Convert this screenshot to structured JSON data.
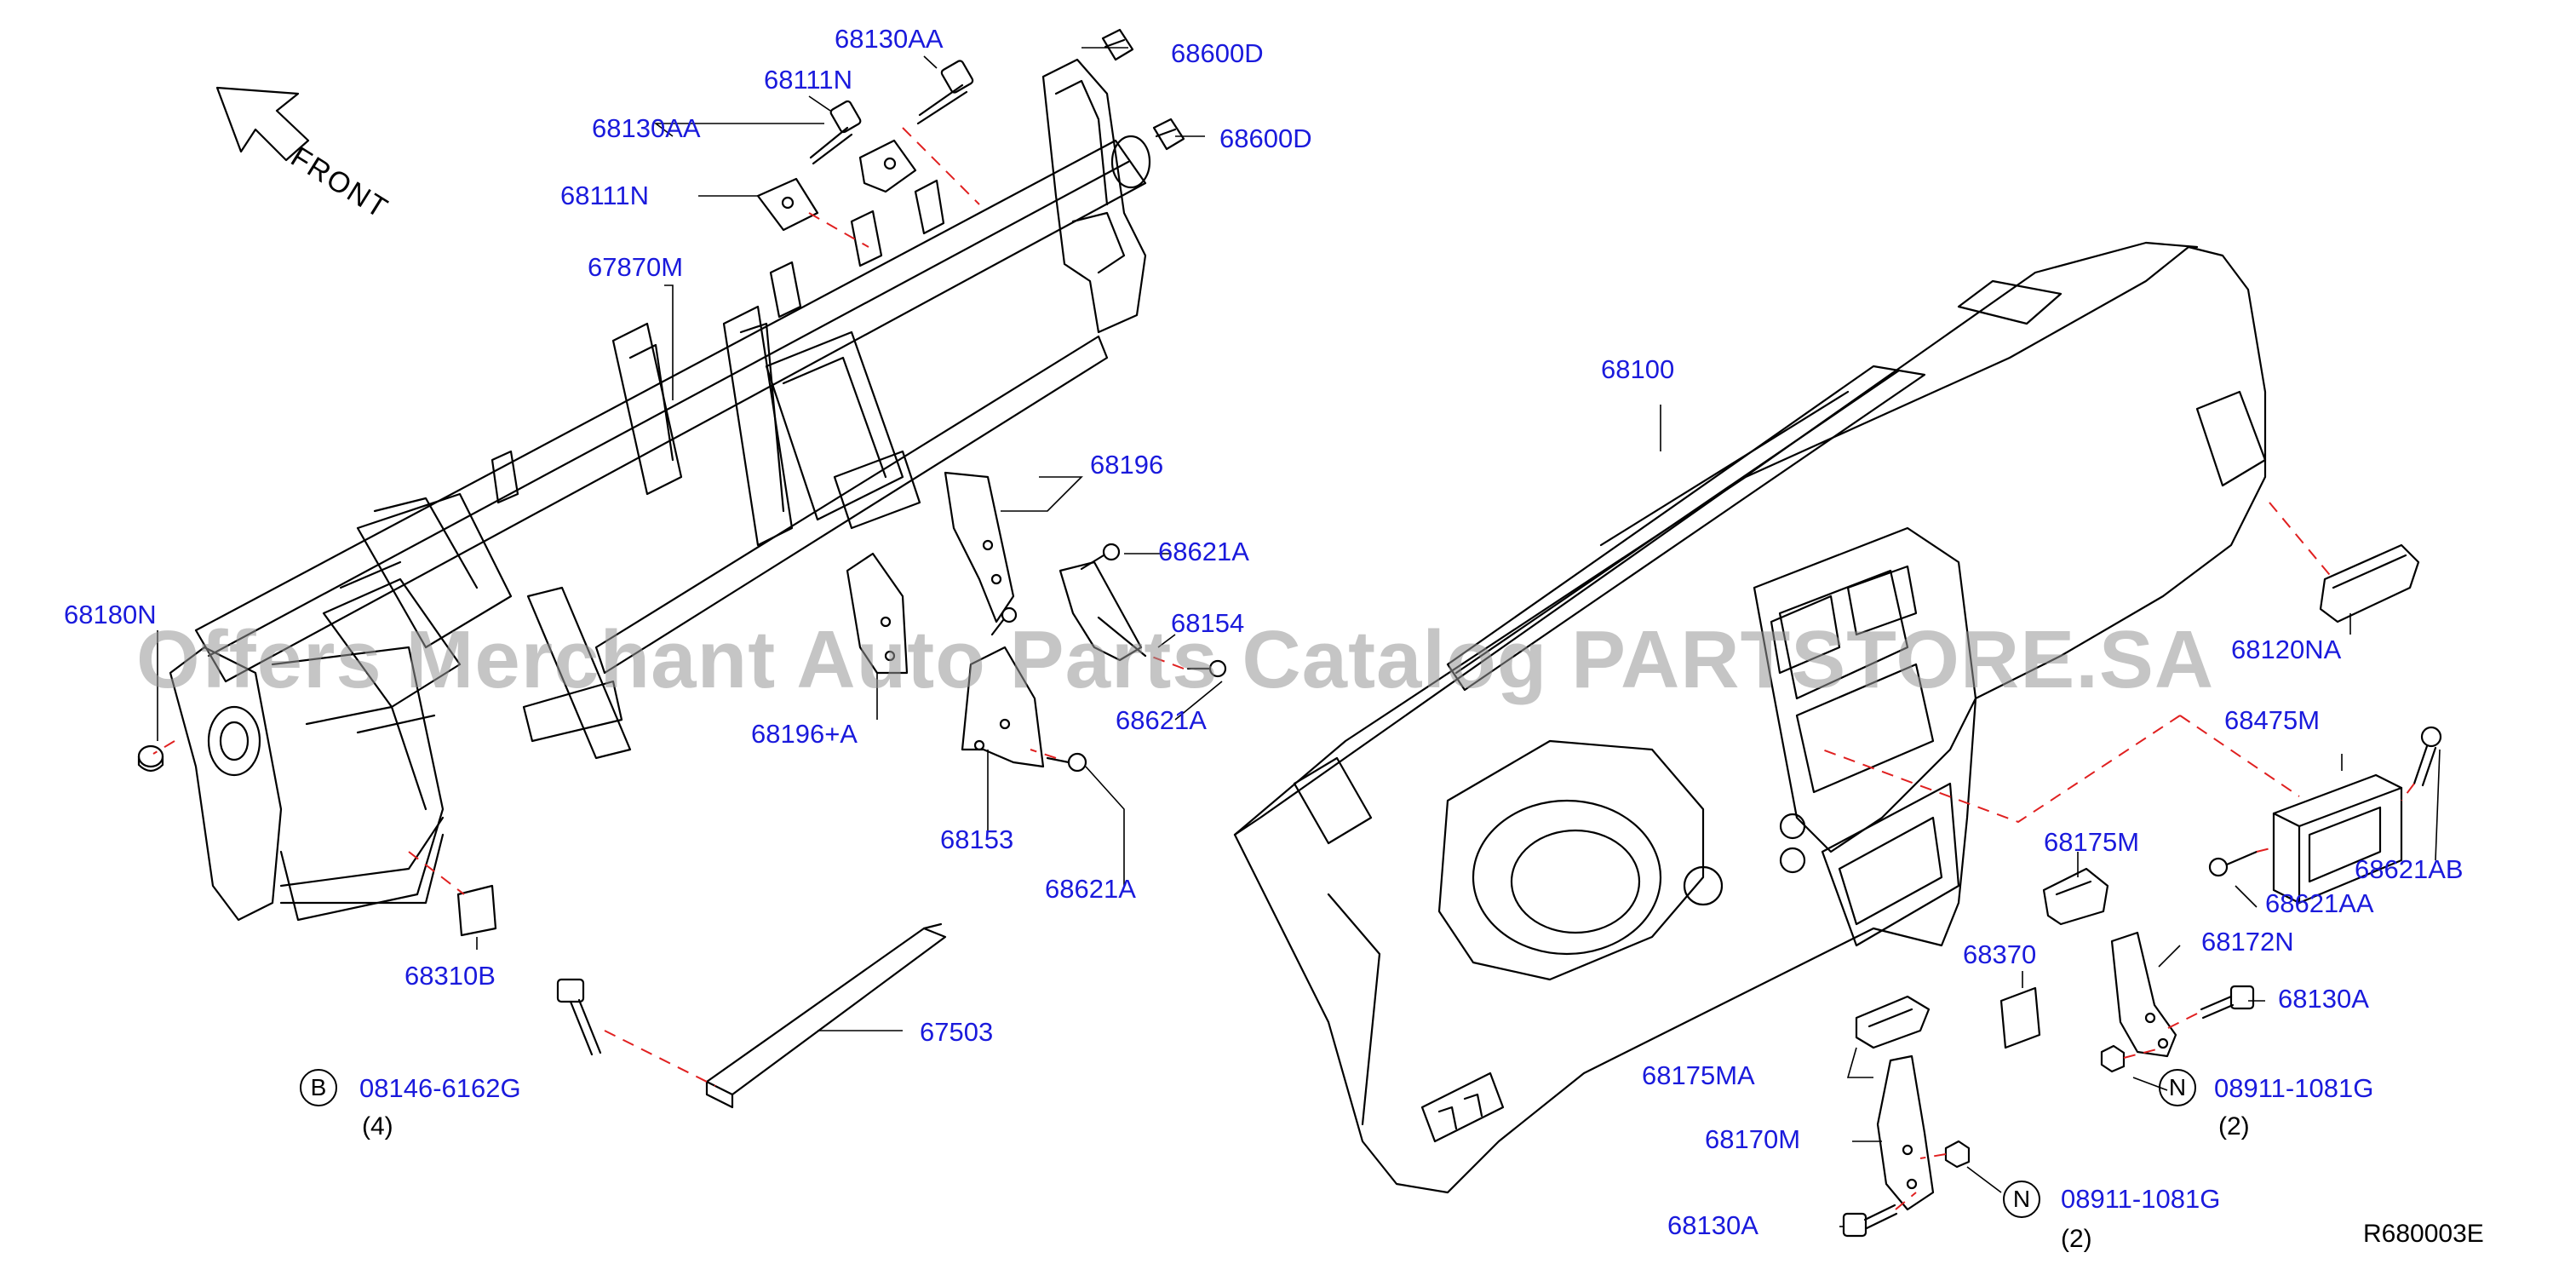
{
  "diagram": {
    "reference_code": "R680003E",
    "front_label": "FRONT",
    "watermark": "Offers Merchant Auto Parts Catalog PARTSTORE.SA",
    "colors": {
      "label": "#1a1adc",
      "line": "#000000",
      "dash": "#e02020",
      "watermark": "#999999"
    },
    "labels": [
      {
        "id": "p68130AA_top",
        "text": "68130AA"
      },
      {
        "id": "p68111N_top",
        "text": "68111N"
      },
      {
        "id": "p68130AA_left",
        "text": "68130AA"
      },
      {
        "id": "p68111N_left",
        "text": "68111N"
      },
      {
        "id": "p68600D_1",
        "text": "68600D"
      },
      {
        "id": "p68600D_2",
        "text": "68600D"
      },
      {
        "id": "p67870M",
        "text": "67870M"
      },
      {
        "id": "p68180N",
        "text": "68180N"
      },
      {
        "id": "p68196",
        "text": "68196"
      },
      {
        "id": "p68621A_1",
        "text": "68621A"
      },
      {
        "id": "p68154",
        "text": "68154"
      },
      {
        "id": "p68621A_2",
        "text": "68621A"
      },
      {
        "id": "p68196A",
        "text": "68196+A"
      },
      {
        "id": "p68153",
        "text": "68153"
      },
      {
        "id": "p68621A_3",
        "text": "68621A"
      },
      {
        "id": "p68310B",
        "text": "68310B"
      },
      {
        "id": "p67503",
        "text": "67503"
      },
      {
        "id": "p08146",
        "text": "08146-6162G"
      },
      {
        "id": "p68100",
        "text": "68100"
      },
      {
        "id": "p68120NA",
        "text": "68120NA"
      },
      {
        "id": "p68475M",
        "text": "68475M"
      },
      {
        "id": "p68621AB",
        "text": "68621AB"
      },
      {
        "id": "p68621AA",
        "text": "68621AA"
      },
      {
        "id": "p68175M",
        "text": "68175M"
      },
      {
        "id": "p68370",
        "text": "68370"
      },
      {
        "id": "p68172N",
        "text": "68172N"
      },
      {
        "id": "p68130A_r",
        "text": "68130A"
      },
      {
        "id": "p08911_r",
        "text": "08911-1081G"
      },
      {
        "id": "p68175MA",
        "text": "68175MA"
      },
      {
        "id": "p68170M",
        "text": "68170M"
      },
      {
        "id": "p68130A_b",
        "text": "68130A"
      },
      {
        "id": "p08911_b",
        "text": "08911-1081G"
      }
    ],
    "quantities": {
      "q08146": "(4)",
      "q08911_r": "(2)",
      "q08911_b": "(2)"
    },
    "circle_markers": {
      "B": "B",
      "N1": "N",
      "N2": "N"
    }
  }
}
